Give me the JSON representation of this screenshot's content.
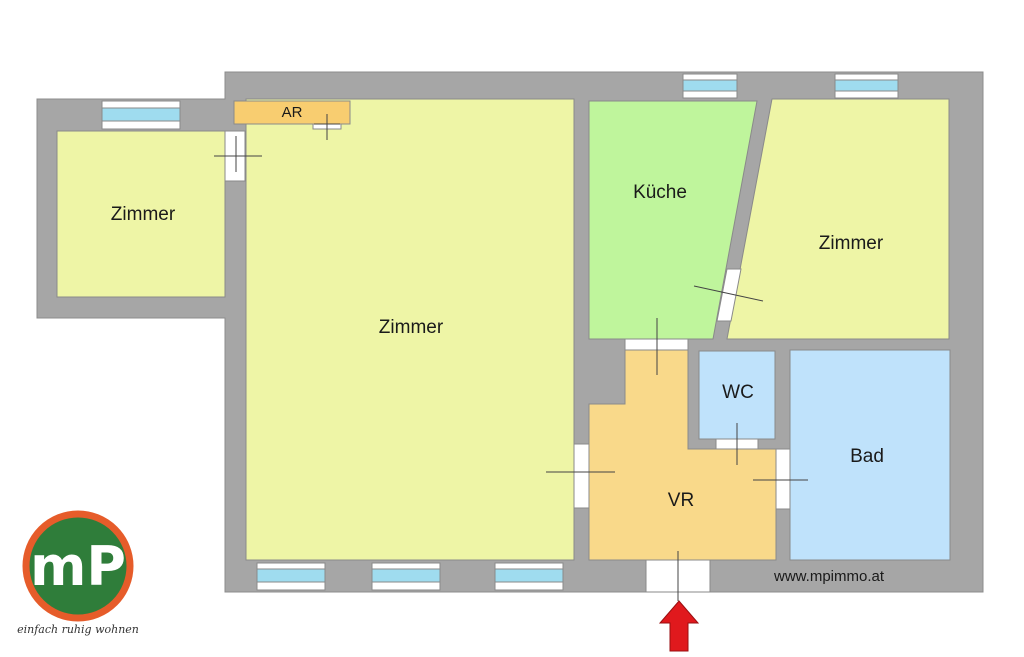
{
  "floorplan": {
    "rooms": {
      "zimmer_left": "Zimmer",
      "zimmer_main": "Zimmer",
      "kueche": "Küche",
      "zimmer_right": "Zimmer",
      "ar": "AR",
      "wc": "WC",
      "bad": "Bad",
      "vr": "VR"
    },
    "website": "www.mpimmo.at",
    "entrance_arrow": "arrow-up-icon"
  },
  "brand": {
    "logo_text": "mP",
    "tagline": "einfach ruhig wohnen",
    "logo_colors": {
      "ring": "#e65c2a",
      "fill": "#2f7d3a"
    }
  },
  "colors": {
    "wall": "#a6a6a6",
    "zimmer": "#eef5a6",
    "kueche": "#bff59c",
    "ar": "#f8cd70",
    "vr": "#f9d98a",
    "wet_rooms": "#bfe2fb",
    "window": "#9fdcef",
    "arrow": "#e0191d"
  }
}
